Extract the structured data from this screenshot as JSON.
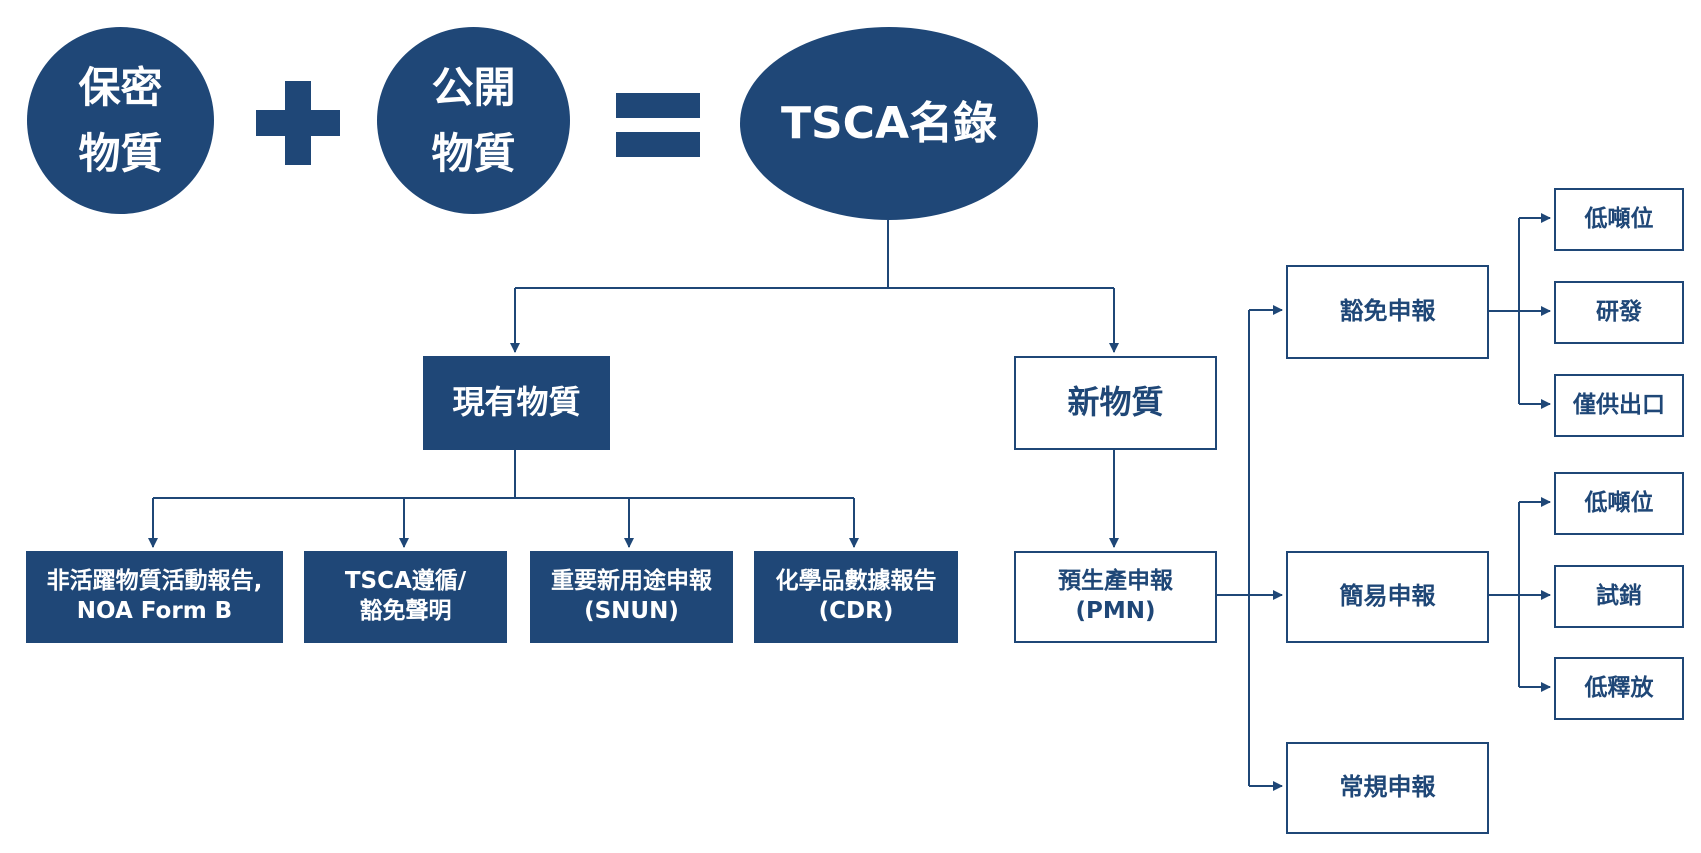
{
  "equation": {
    "circle_a": {
      "line1": "保密",
      "line2": "物質"
    },
    "circle_b": {
      "line1": "公開",
      "line2": "物質"
    },
    "result": "TSCA名錄"
  },
  "existing": {
    "title": "現有物質",
    "items": [
      {
        "line1": "非活躍物質活動報告,",
        "line2": "NOA Form B"
      },
      {
        "line1": "TSCA遵循/",
        "line2": "豁免聲明"
      },
      {
        "line1": "重要新用途申報",
        "line2": "(SNUN)"
      },
      {
        "line1": "化學品數據報告",
        "line2": "(CDR)"
      }
    ]
  },
  "new": {
    "title": "新物質",
    "pmn": {
      "line1": "預生產申報",
      "line2": "(PMN)"
    },
    "exempt": {
      "label": "豁免申報",
      "children": [
        "低噸位",
        "研發",
        "僅供出口"
      ]
    },
    "simple": {
      "label": "簡易申報",
      "children": [
        "低噸位",
        "試銷",
        "低釋放"
      ]
    },
    "regular": "常規申報"
  },
  "colors": {
    "primary": "#1f4777",
    "background": "#ffffff"
  }
}
